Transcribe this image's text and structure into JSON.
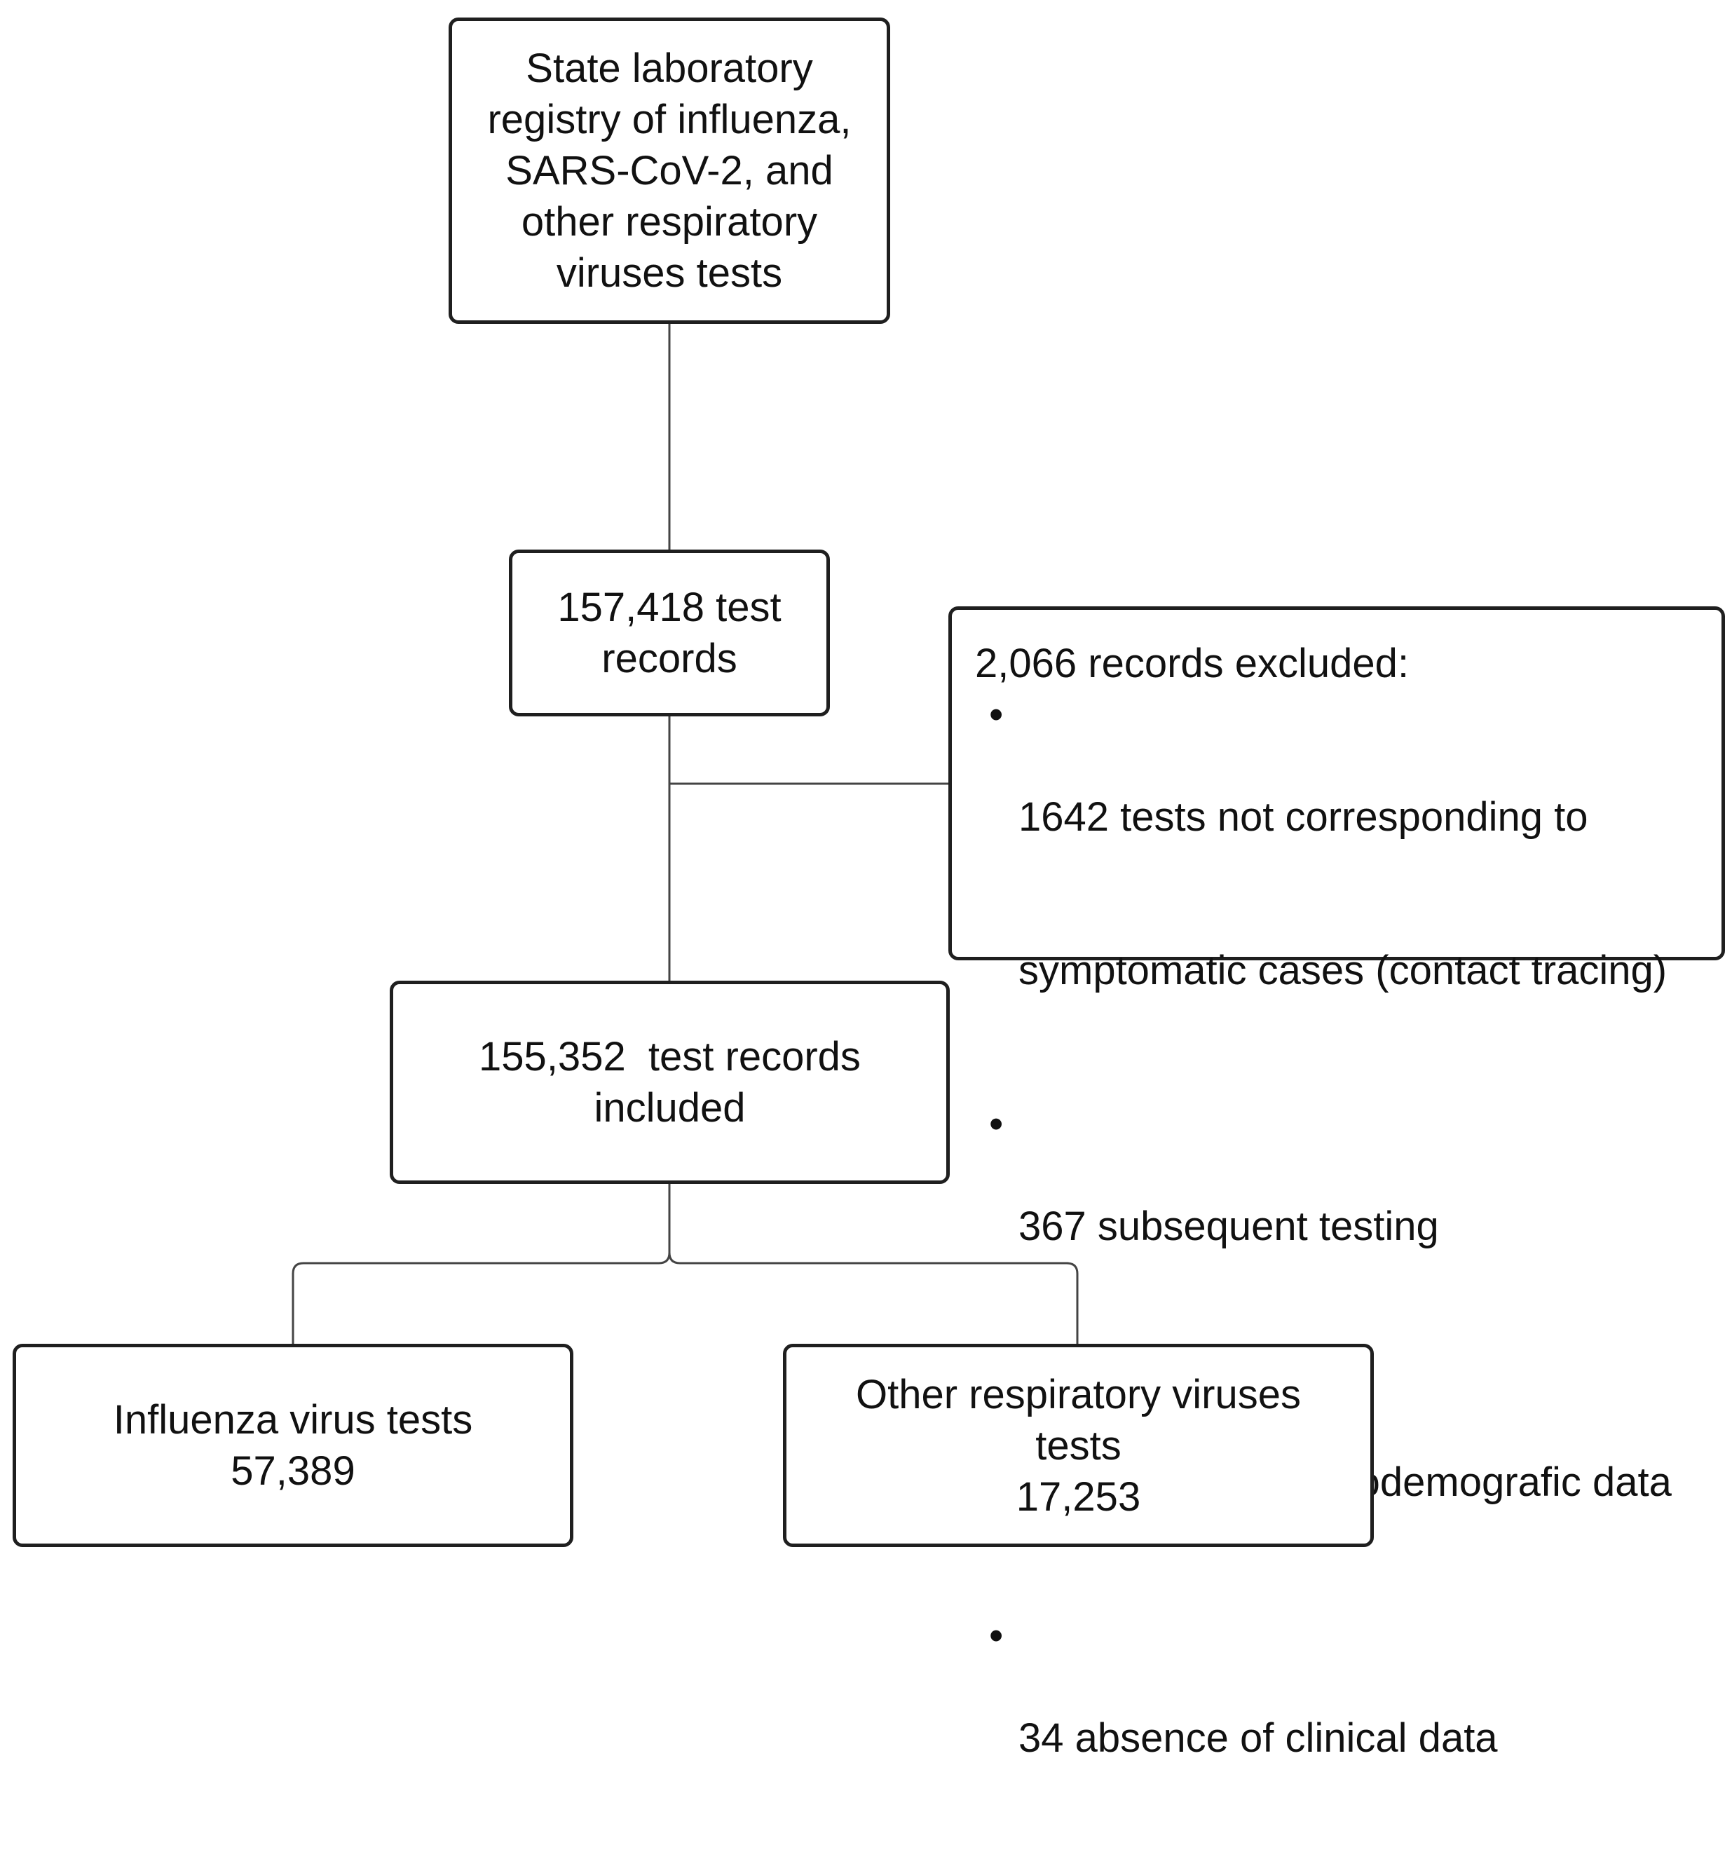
{
  "source": {
    "lines": [
      "State laboratory",
      "registry of influenza,",
      "SARS-CoV-2, and",
      "other respiratory",
      "viruses tests"
    ]
  },
  "records": {
    "lines": [
      "157,418 test",
      "records"
    ]
  },
  "excluded": {
    "heading": "2,066 records excluded:",
    "items": [
      {
        "lines": [
          "1642 tests not corresponding to",
          "symptomatic cases (contact tracing)"
        ]
      },
      {
        "lines": [
          "367 subsequent testing"
        ]
      },
      {
        "lines": [
          "23 absence of sociodemografic data"
        ]
      },
      {
        "lines": [
          "34 absence of clinical data"
        ]
      }
    ]
  },
  "included": {
    "lines": [
      "155,352  test records",
      "included"
    ]
  },
  "influenza": {
    "lines": [
      "Influenza virus tests",
      "57,389"
    ]
  },
  "other": {
    "lines": [
      "Other respiratory viruses",
      "tests",
      "17,253"
    ]
  },
  "colors": {
    "box_border": "#1f1f1f",
    "connector": "#444444",
    "text": "#111111"
  }
}
